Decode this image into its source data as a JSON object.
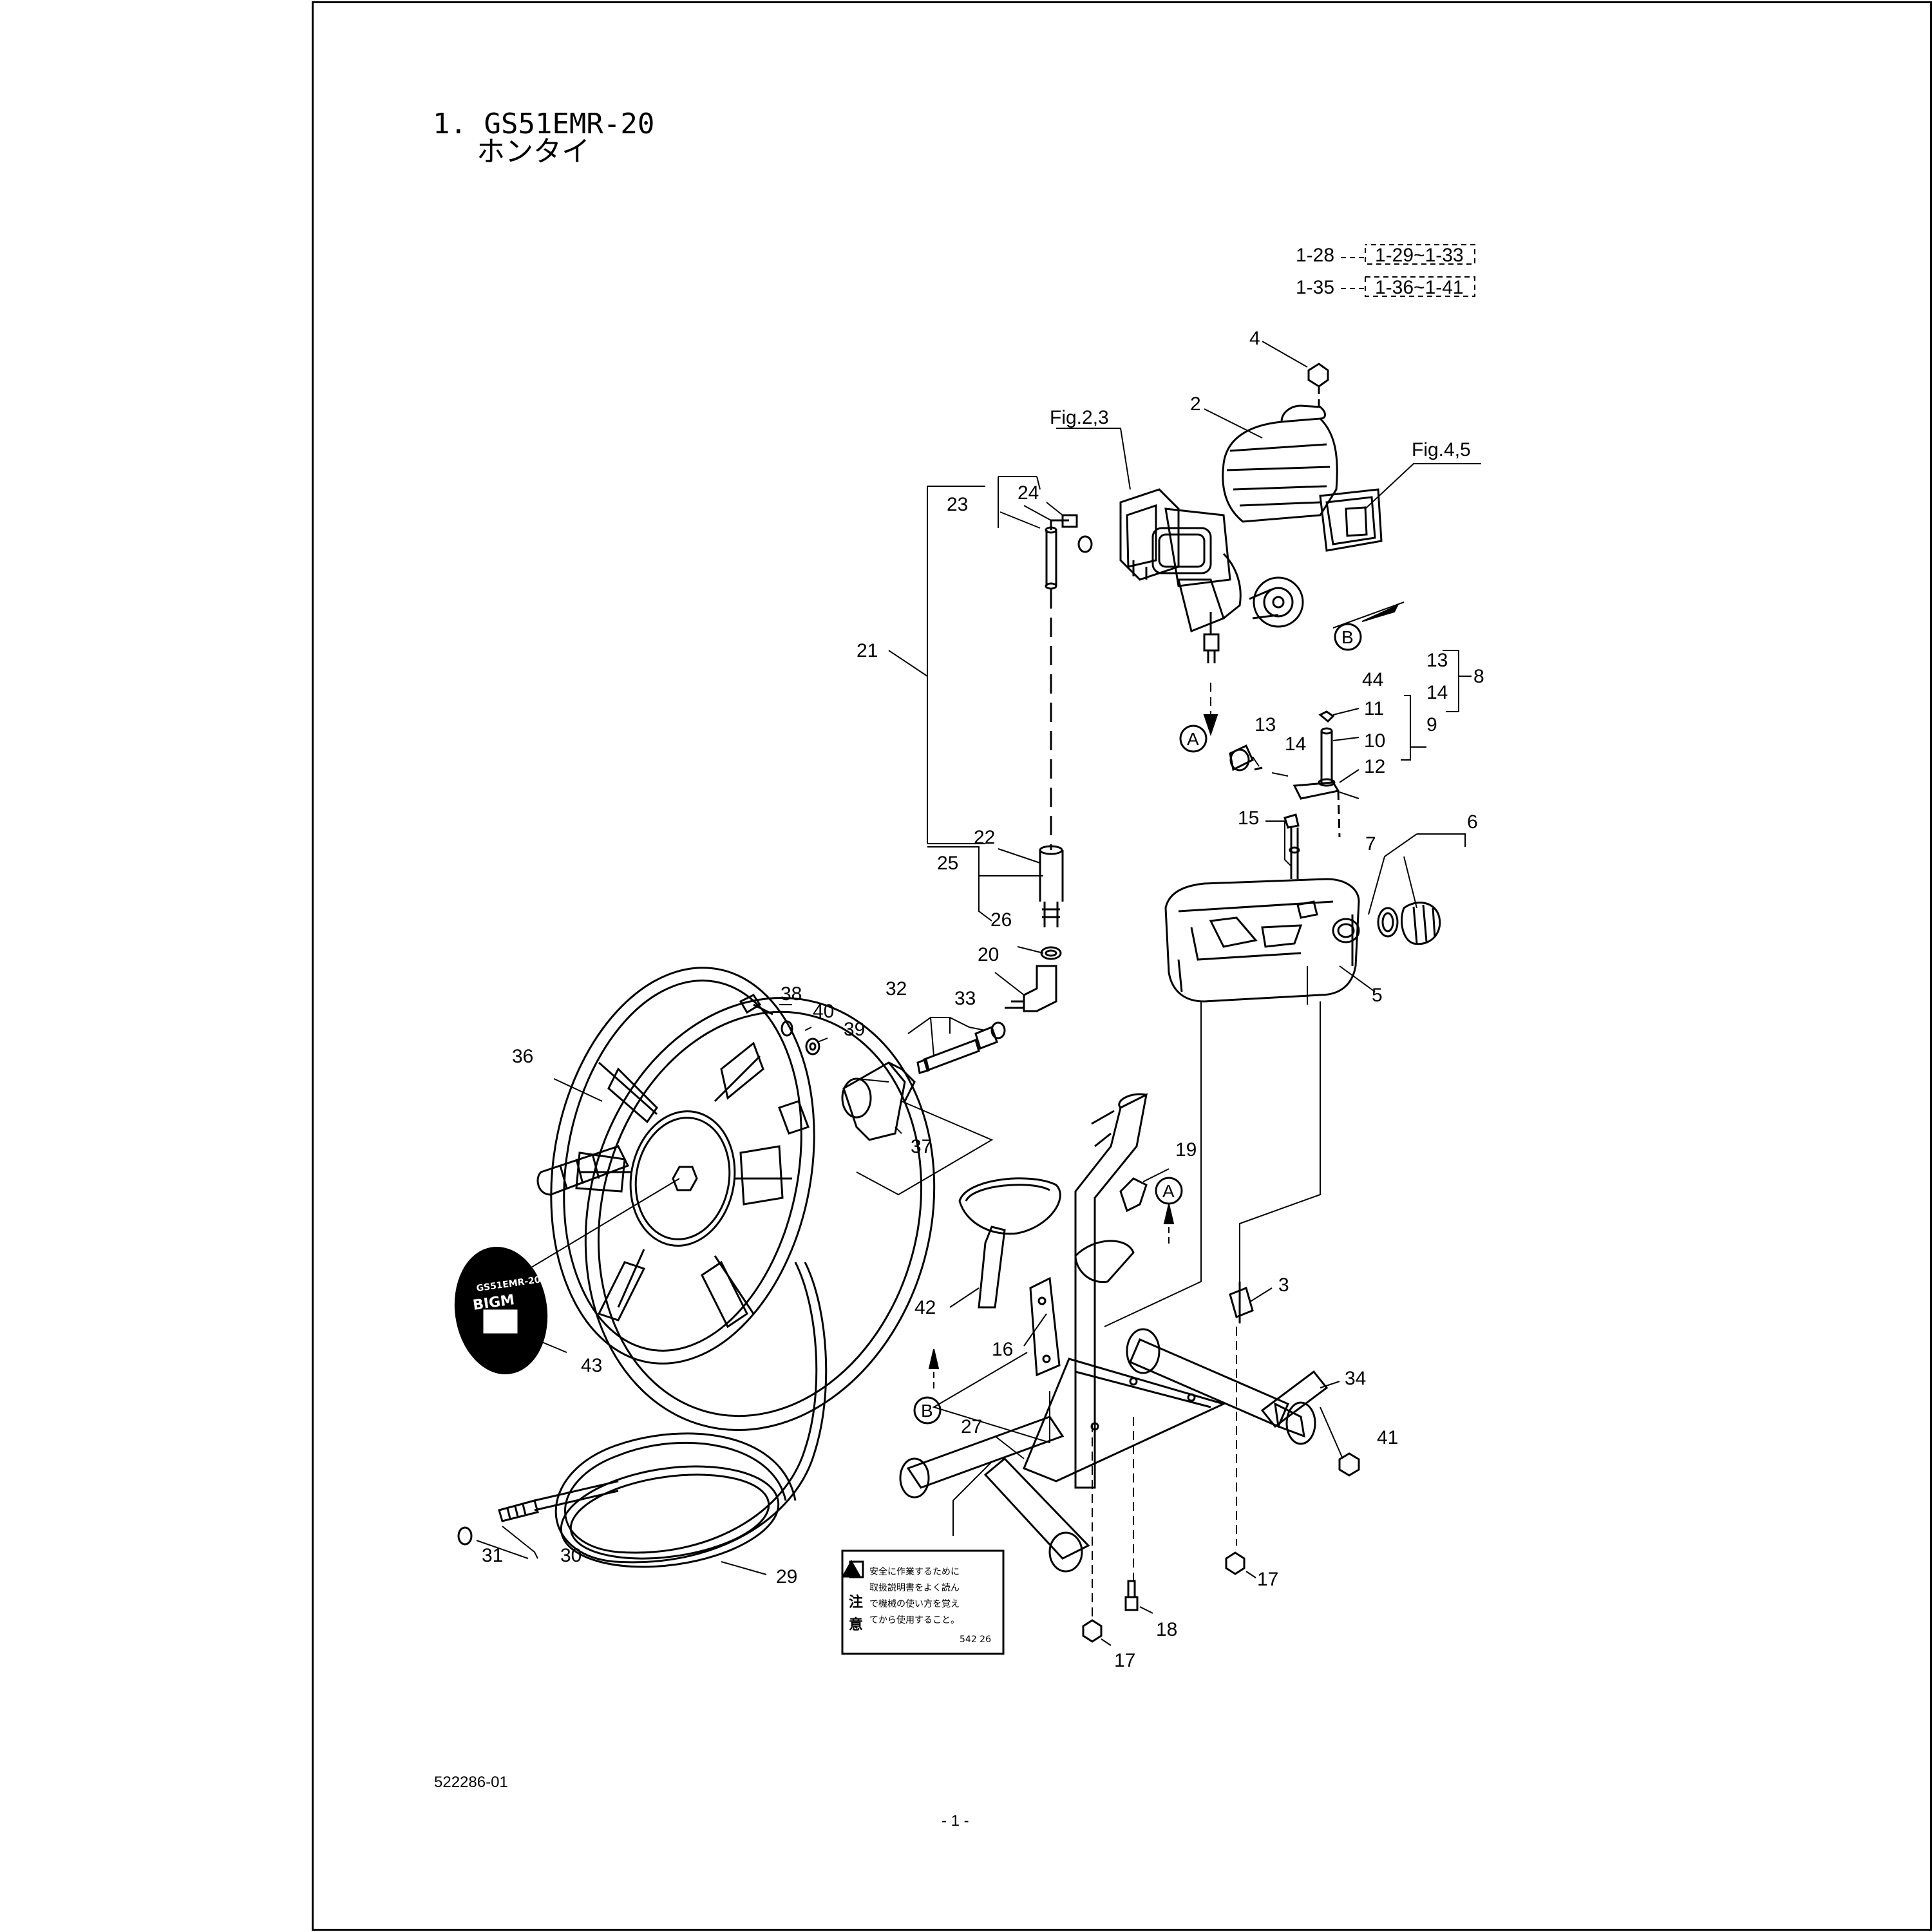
{
  "title": {
    "line1": "1. GS51EMR-20",
    "line2": "ホンタイ"
  },
  "refs": {
    "r1": {
      "from": "1-28",
      "to": "1-29~1-33"
    },
    "r2": {
      "from": "1-35",
      "to": "1-36~1-41"
    }
  },
  "figure_refs": {
    "fig23": "Fig.2,3",
    "fig45": "Fig.4,5"
  },
  "markers": {
    "A": "A",
    "B": "B"
  },
  "parts": {
    "p2": "2",
    "p3": "3",
    "p4": "4",
    "p5": "5",
    "p6": "6",
    "p7": "7",
    "p8": "8",
    "p9": "9",
    "p10": "10",
    "p11": "11",
    "p12": "12",
    "p13a": "13",
    "p14a": "14",
    "p13b": "13",
    "p14b": "14",
    "p15": "15",
    "p16": "16",
    "p17a": "17",
    "p17b": "17",
    "p18": "18",
    "p19": "19",
    "p20": "20",
    "p21": "21",
    "p22": "22",
    "p23": "23",
    "p24": "24",
    "p25": "25",
    "p26": "26",
    "p27": "27",
    "p29": "29",
    "p30": "30",
    "p31": "31",
    "p32": "32",
    "p33": "33",
    "p34": "34",
    "p36": "36",
    "p37": "37",
    "p38": "38",
    "p39": "39",
    "p40": "40",
    "p41": "41",
    "p42": "42",
    "p43": "43",
    "p44": "44"
  },
  "caution_label": {
    "kanji1": "注",
    "kanji2": "意",
    "line1": "安全に作業するために",
    "line2": "取扱説明書をよく読ん",
    "line3": "で機械の使い方を覚え",
    "line4": "てから使用すること。",
    "code": "542 26"
  },
  "reel_decal": {
    "top": "GS51EMR-20",
    "brand": "BIGM"
  },
  "footer": {
    "doc_number": "522286-01",
    "page": "- 1 -"
  }
}
